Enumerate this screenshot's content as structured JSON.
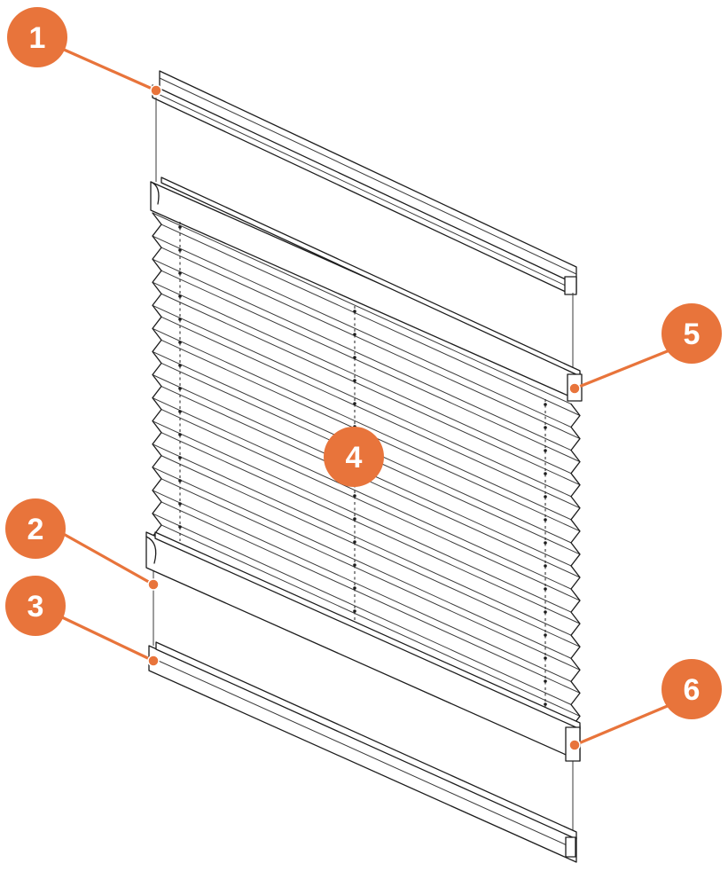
{
  "callouts": [
    {
      "label": "1",
      "name": "callout-1"
    },
    {
      "label": "2",
      "name": "callout-2"
    },
    {
      "label": "3",
      "name": "callout-3"
    },
    {
      "label": "4",
      "name": "callout-4"
    },
    {
      "label": "5",
      "name": "callout-5"
    },
    {
      "label": "6",
      "name": "callout-6"
    }
  ],
  "colors": {
    "accent": "#e8743b",
    "line": "#1d1d1d",
    "background": "#ffffff"
  }
}
